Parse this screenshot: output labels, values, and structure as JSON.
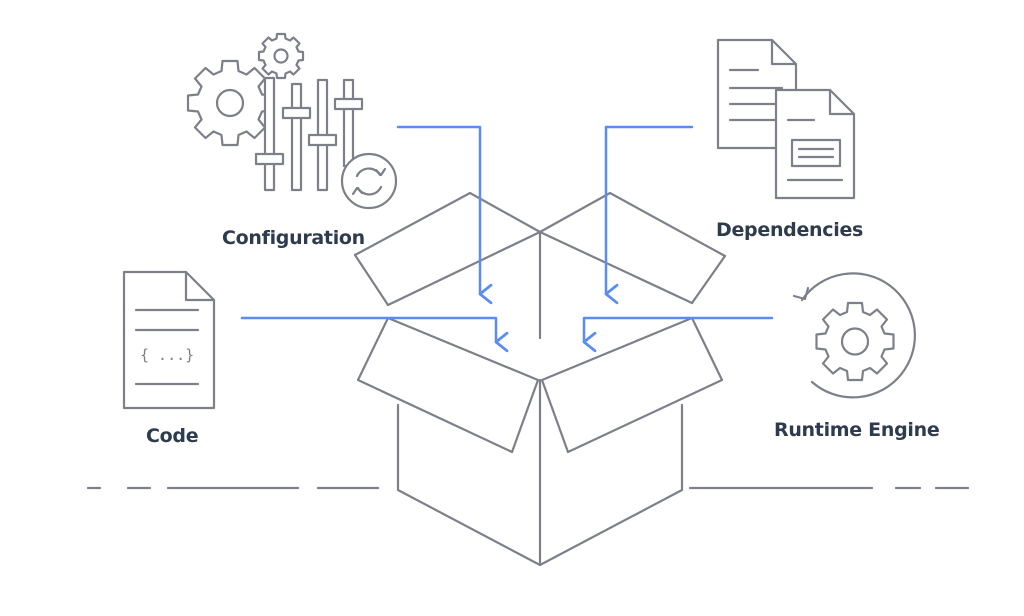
{
  "labels": {
    "configuration": "Configuration",
    "dependencies": "Dependencies",
    "code": "Code",
    "runtime_engine": "Runtime Engine"
  },
  "code_icon_text": "{ ...}",
  "colors": {
    "stroke": "#7d8089",
    "arrow": "#5b8def",
    "text": "#2e3b4e"
  },
  "icons": {
    "configuration": "gears-and-sliders-icon",
    "dependencies": "stacked-documents-icon",
    "code": "code-file-icon",
    "runtime_engine": "cycle-gear-icon",
    "box": "open-box-icon"
  }
}
